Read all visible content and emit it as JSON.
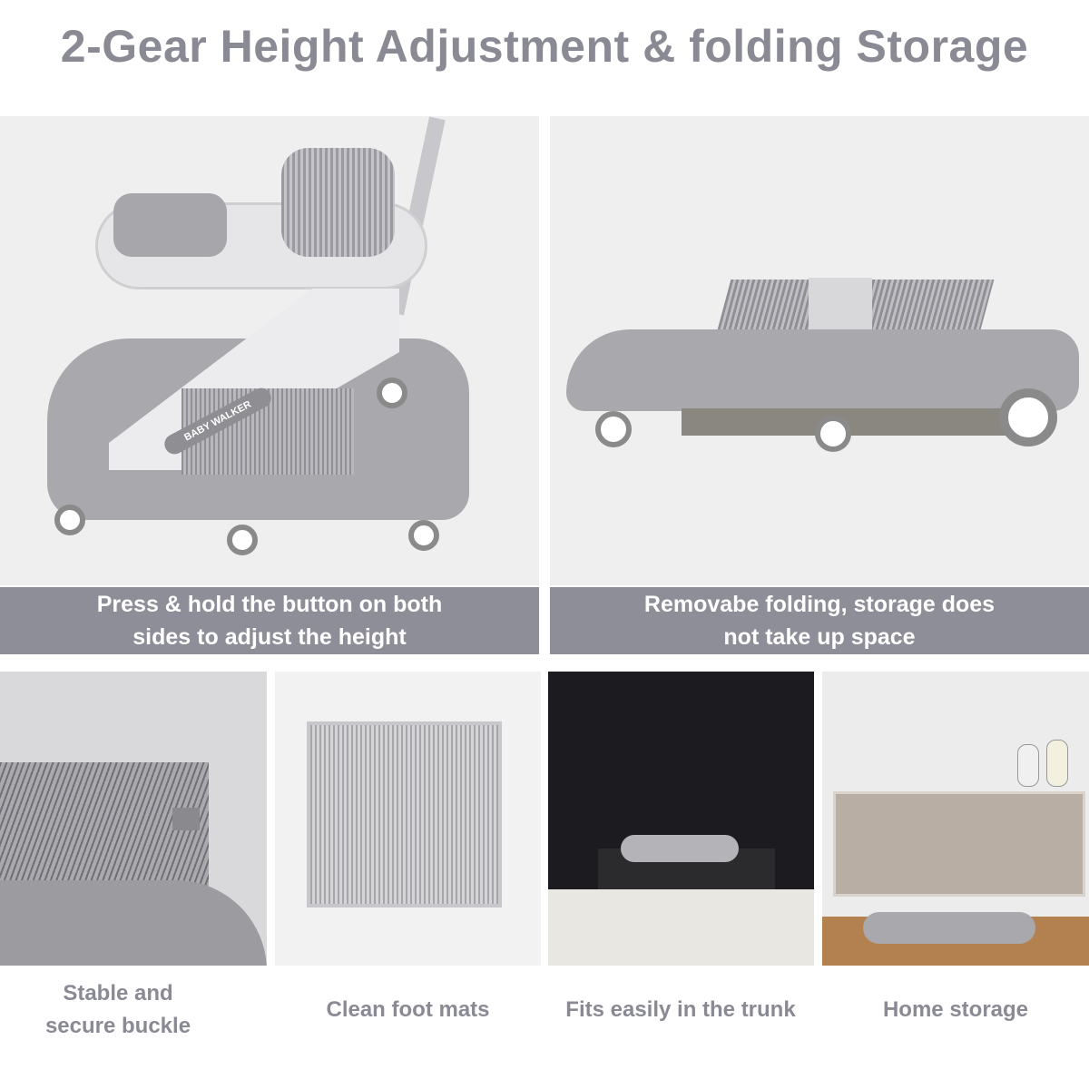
{
  "title": "2-Gear Height Adjustment & folding Storage",
  "panels": {
    "top_left": {
      "caption_line1": "Press & hold the button on both",
      "caption_line2": "sides to adjust the height",
      "label": "BABY WALKER"
    },
    "top_right": {
      "caption_line1": "Removabe folding, storage does",
      "caption_line2": "not take up space"
    }
  },
  "bottom": [
    {
      "caption_line1": "Stable and",
      "caption_line2": "secure buckle"
    },
    {
      "caption": "Clean foot mats"
    },
    {
      "caption": "Fits easily in the trunk"
    },
    {
      "caption": "Home storage"
    }
  ],
  "colors": {
    "title": "#8a8a94",
    "banner": "#8e8e99",
    "panel_bg": "#efefef",
    "walker_gray": "#a9a9ad"
  }
}
